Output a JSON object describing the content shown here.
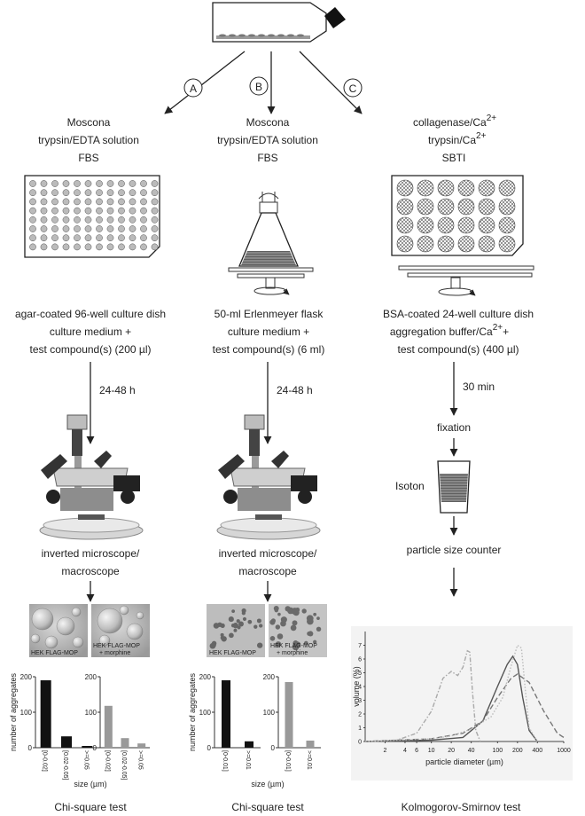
{
  "branches": [
    {
      "letter": "A",
      "reagents": [
        "Moscona",
        "trypsin/EDTA solution",
        "FBS"
      ],
      "vessel": "agar-coated 96-well culture dish",
      "medium_1": "culture medium +",
      "medium_2": "test compound(s) (200 µl)",
      "time": "24-48 h",
      "instrument_1": "inverted microscope/",
      "instrument_2": "macroscope",
      "img_left_caption": "HEK FLAG-MOP",
      "img_right_caption": "HEK FLAG-MOP",
      "img_right_sub": "+ morphine",
      "test": "Chi-square test"
    },
    {
      "letter": "B",
      "reagents": [
        "Moscona",
        "trypsin/EDTA solution",
        "FBS"
      ],
      "vessel": "50-ml Erlenmeyer flask",
      "medium_1": "culture medium +",
      "medium_2": "test compound(s) (6 ml)",
      "time": "24-48 h",
      "instrument_1": "inverted microscope/",
      "instrument_2": "macroscope",
      "img_left_caption": "HEK FLAG-MOP",
      "img_right_caption": "HEK FLAG-MOP",
      "img_right_sub": "+ morphine",
      "test": "Chi-square test"
    },
    {
      "letter": "C",
      "reagent_1_base": "collagenase/Ca",
      "reagent_1_sup": "2+",
      "reagent_2_base": "trypsin/Ca",
      "reagent_2_sup": "2+",
      "reagent_3": "SBTI",
      "vessel": "BSA-coated 24-well culture dish",
      "medium_1_base": "aggregation buffer/Ca",
      "medium_1_sup": "2+",
      "medium_1_tail": "+",
      "medium_2": "test compound(s) (400 µl)",
      "time": "30 min",
      "fixation": "fixation",
      "isoton": "Isoton",
      "counter": "particle size counter",
      "test": "Kolmogorov-Smirnov test"
    }
  ],
  "chart_data": [
    {
      "type": "bar",
      "panel": "A-left",
      "ylabel": "number of aggregates",
      "ylim": [
        0,
        200
      ],
      "yticks": [
        0,
        100,
        200
      ],
      "categories": [
        "[0-0.02]",
        "[0.02-0.05]",
        ">=0.05"
      ],
      "values": [
        190,
        32,
        5
      ],
      "color": "#111111"
    },
    {
      "type": "bar",
      "panel": "A-right",
      "ylim": [
        0,
        200
      ],
      "yticks": [
        0,
        100,
        200
      ],
      "categories": [
        "[0-0.02]",
        "[0.02-0.05]",
        ">=0.05"
      ],
      "values": [
        118,
        27,
        12
      ],
      "color": "#999999"
    },
    {
      "type": "bar",
      "panel": "B-left",
      "ylabel": "number of aggregates",
      "ylim": [
        0,
        200
      ],
      "yticks": [
        0,
        100,
        200
      ],
      "categories": [
        "[0-0.01]",
        ">=0.01"
      ],
      "values": [
        190,
        18
      ],
      "color": "#111111"
    },
    {
      "type": "bar",
      "panel": "B-right",
      "ylim": [
        0,
        200
      ],
      "yticks": [
        0,
        100,
        200
      ],
      "categories": [
        "[0-0.01]",
        ">=0.01"
      ],
      "values": [
        185,
        20
      ],
      "color": "#999999"
    },
    {
      "type": "line",
      "panel": "C",
      "xlabel": "particle diameter (µm)",
      "ylabel": "volume (%)",
      "xscale": "log",
      "xlim": [
        1,
        1000
      ],
      "ylim": [
        0,
        8
      ],
      "xticks": [
        2,
        4,
        6,
        10,
        20,
        40,
        100,
        200,
        400,
        1000
      ],
      "yticks": [
        0,
        1,
        2,
        3,
        4,
        5,
        6,
        7
      ],
      "series": [
        {
          "style": "dash-dot",
          "color": "#aaaaaa",
          "x": [
            1,
            3,
            6,
            10,
            15,
            20,
            25,
            30,
            35,
            38,
            42,
            47,
            55
          ],
          "y": [
            0,
            0.1,
            0.6,
            2.2,
            4.6,
            5.1,
            4.8,
            5.4,
            6.6,
            6.5,
            3.5,
            0.8,
            0
          ]
        },
        {
          "style": "solid",
          "color": "#555555",
          "x": [
            1,
            10,
            30,
            60,
            100,
            140,
            170,
            200,
            240,
            300,
            400
          ],
          "y": [
            0,
            0.1,
            0.3,
            1.5,
            4.0,
            5.6,
            6.2,
            5.6,
            3.2,
            0.8,
            0
          ]
        },
        {
          "style": "dashed",
          "color": "#777777",
          "x": [
            1,
            10,
            30,
            60,
            100,
            160,
            200,
            300,
            500,
            800,
            1000
          ],
          "y": [
            0,
            0.2,
            0.6,
            1.5,
            3.2,
            4.6,
            4.9,
            4.3,
            2.2,
            0.6,
            0.3
          ]
        },
        {
          "style": "dotted",
          "color": "#bbbbbb",
          "x": [
            1,
            10,
            20,
            40,
            80,
            120,
            160,
            200,
            230,
            260,
            300,
            400
          ],
          "y": [
            0,
            0.2,
            0.4,
            0.9,
            1.8,
            3.2,
            5.5,
            7.0,
            6.8,
            4.0,
            1.0,
            0
          ]
        }
      ]
    }
  ]
}
